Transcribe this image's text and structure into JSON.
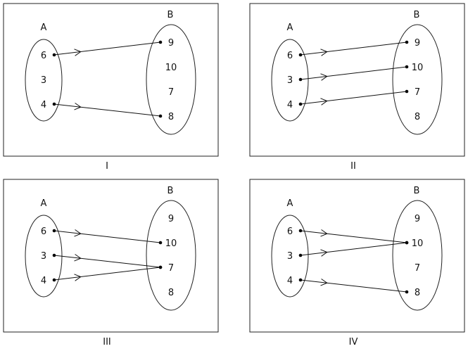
{
  "set_a_label": "A",
  "set_b_label": "B",
  "panels": [
    {
      "caption": "I",
      "a": [
        "6",
        "3",
        "4"
      ],
      "b": [
        "9",
        "10",
        "7",
        "8"
      ],
      "maps": [
        [
          0,
          0
        ],
        [
          2,
          3
        ]
      ]
    },
    {
      "caption": "II",
      "a": [
        "6",
        "3",
        "4"
      ],
      "b": [
        "9",
        "10",
        "7",
        "8"
      ],
      "maps": [
        [
          0,
          0
        ],
        [
          1,
          1
        ],
        [
          2,
          2
        ]
      ]
    },
    {
      "caption": "III",
      "a": [
        "6",
        "3",
        "4"
      ],
      "b": [
        "9",
        "10",
        "7",
        "8"
      ],
      "maps": [
        [
          0,
          1
        ],
        [
          1,
          2
        ],
        [
          2,
          2
        ]
      ]
    },
    {
      "caption": "IV",
      "a": [
        "6",
        "3",
        "4"
      ],
      "b": [
        "9",
        "10",
        "7",
        "8"
      ],
      "maps": [
        [
          0,
          1
        ],
        [
          1,
          1
        ],
        [
          2,
          3
        ]
      ]
    }
  ]
}
